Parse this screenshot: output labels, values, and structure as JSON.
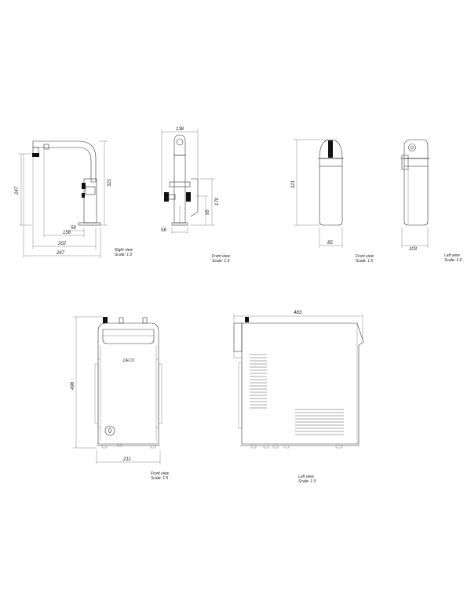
{
  "views": {
    "tap_right": {
      "dims": {
        "d247": "247",
        "d321": "321",
        "d58": "58",
        "d158": "158",
        "d202": "202",
        "d267": "267"
      },
      "caption_view": "Right view",
      "caption_scale": "Scale: 1:2"
    },
    "tap_front": {
      "dims": {
        "d138": "138",
        "d170": "170",
        "d95": "95",
        "d58": "58"
      },
      "caption_view": "Front view",
      "caption_scale": "Scale: 1:3"
    },
    "filter_front": {
      "dims": {
        "d321": "321",
        "d85": "85"
      },
      "caption_view": "Front view",
      "caption_scale": "Scale: 1:5"
    },
    "filter_left": {
      "dims": {
        "d103": "103"
      },
      "caption_view": "Left view",
      "caption_scale": "Scale: 1:2"
    },
    "unit_front": {
      "dims": {
        "d498": "498",
        "d211": "211"
      },
      "logo": "DECO",
      "caption_view": "Front view",
      "caption_scale": "Scale: 1:5"
    },
    "unit_left": {
      "dims": {
        "d483": "483"
      },
      "caption_view": "Left view",
      "caption_scale": "Scale: 1:3"
    }
  },
  "colors": {
    "line": "#333333",
    "accent": "#111111"
  }
}
